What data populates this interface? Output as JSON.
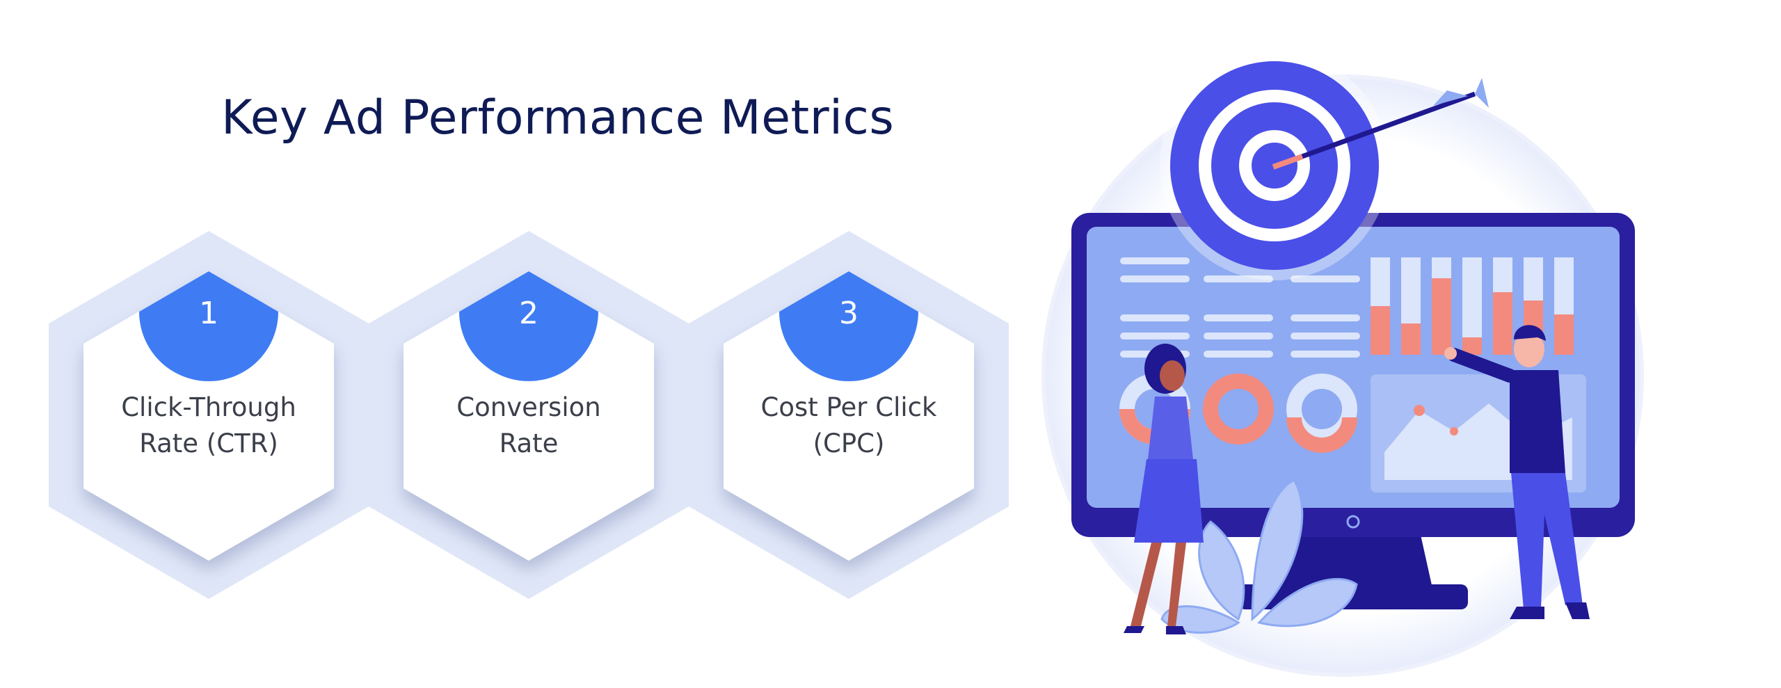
{
  "slide": {
    "title": "Key Ad Performance Metrics"
  },
  "metrics": [
    {
      "number": "1",
      "label_line1": "Click-Through",
      "label_line2": "Rate (CTR)"
    },
    {
      "number": "2",
      "label_line1": "Conversion",
      "label_line2": "Rate"
    },
    {
      "number": "3",
      "label_line1": "Cost Per Click",
      "label_line2": "(CPC)"
    }
  ],
  "colors": {
    "title": "#0f1b55",
    "hex_outer": "#dfe6f8",
    "hex_inner": "#ffffff",
    "badge": "#3f7cf4",
    "text": "#3b3f4a",
    "monitor_frame": "#2a1f9e",
    "screen": "#8eaaf2",
    "target": "#4a4fe8",
    "bar_red": "#f38a7e"
  },
  "illustration": {
    "icon": "analytics-illustration-icon"
  }
}
